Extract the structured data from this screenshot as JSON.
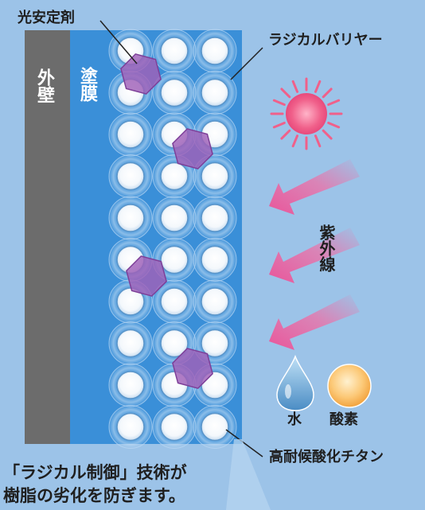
{
  "labels": {
    "light_stabilizer": "光安定剤",
    "radical_barrier": "ラジカルバリヤー",
    "outer_wall": "外壁",
    "coating_film": "塗膜",
    "uv": "紫外線",
    "water": "水",
    "oxygen": "酸素",
    "titanium_oxide": "高耐候酸化チタン"
  },
  "caption": {
    "line1": "「ラジカル制御」技術が",
    "line2": "樹脂の劣化を防ぎます。"
  },
  "colors": {
    "background": "#9cc3e8",
    "wall": "#6c6c6c",
    "coating": "#3a8fd8",
    "sun": "#f0608a",
    "arrow": "#ee6fa6",
    "stabilizer": "#9b59b6",
    "water_drop": "#6fa8d6",
    "oxygen_ball": "#f8b860"
  },
  "icons": {
    "sun": "sun-icon",
    "water": "water-drop-icon",
    "oxygen": "oxygen-sphere-icon"
  }
}
